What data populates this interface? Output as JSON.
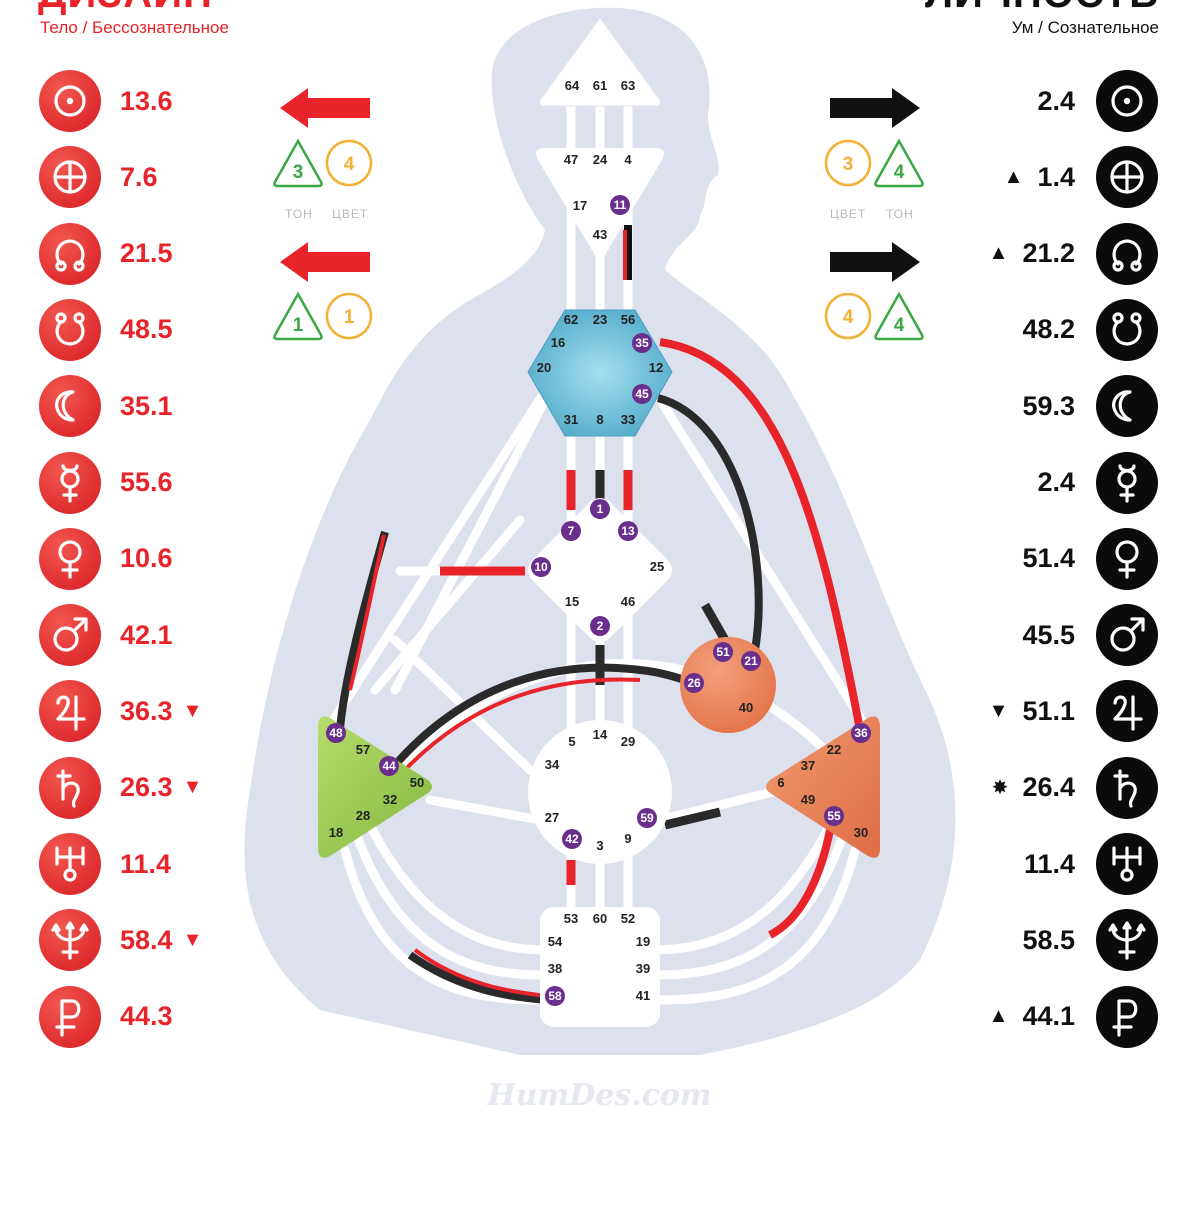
{
  "header": {
    "left_title": "ДИЗАЙН",
    "left_sub": "Тело / Бессознательное",
    "right_title": "ЛИЧНОСТЬ",
    "right_sub": "Ум / Сознательное"
  },
  "design": [
    {
      "planet": "sun-icon",
      "value": "13.6",
      "mark": ""
    },
    {
      "planet": "earth-icon",
      "value": "7.6",
      "mark": ""
    },
    {
      "planet": "north-node-icon",
      "value": "21.5",
      "mark": ""
    },
    {
      "planet": "south-node-icon",
      "value": "48.5",
      "mark": ""
    },
    {
      "planet": "moon-icon",
      "value": "35.1",
      "mark": ""
    },
    {
      "planet": "mercury-icon",
      "value": "55.6",
      "mark": ""
    },
    {
      "planet": "venus-icon",
      "value": "10.6",
      "mark": ""
    },
    {
      "planet": "mars-icon",
      "value": "42.1",
      "mark": ""
    },
    {
      "planet": "jupiter-icon",
      "value": "36.3",
      "mark": "▼"
    },
    {
      "planet": "saturn-icon",
      "value": "26.3",
      "mark": "▼"
    },
    {
      "planet": "uranus-icon",
      "value": "11.4",
      "mark": ""
    },
    {
      "planet": "neptune-icon",
      "value": "58.4",
      "mark": "▼"
    },
    {
      "planet": "pluto-icon",
      "value": "44.3",
      "mark": ""
    }
  ],
  "personality": [
    {
      "planet": "sun-icon",
      "value": "2.4",
      "mark": ""
    },
    {
      "planet": "earth-icon",
      "value": "1.4",
      "mark": "▲"
    },
    {
      "planet": "north-node-icon",
      "value": "21.2",
      "mark": "▲"
    },
    {
      "planet": "south-node-icon",
      "value": "48.2",
      "mark": ""
    },
    {
      "planet": "moon-icon",
      "value": "59.3",
      "mark": ""
    },
    {
      "planet": "mercury-icon",
      "value": "2.4",
      "mark": ""
    },
    {
      "planet": "venus-icon",
      "value": "51.4",
      "mark": ""
    },
    {
      "planet": "mars-icon",
      "value": "45.5",
      "mark": ""
    },
    {
      "planet": "jupiter-icon",
      "value": "51.1",
      "mark": "▼"
    },
    {
      "planet": "saturn-icon",
      "value": "26.4",
      "mark": "✸"
    },
    {
      "planet": "uranus-icon",
      "value": "11.4",
      "mark": ""
    },
    {
      "planet": "neptune-icon",
      "value": "58.5",
      "mark": ""
    },
    {
      "planet": "pluto-icon",
      "value": "44.1",
      "mark": "▲"
    }
  ],
  "indicators": {
    "ton_label": "ТОН",
    "color_label": "ЦВЕТ",
    "left": [
      {
        "arrow": "left",
        "tone": "3",
        "color": "4"
      },
      {
        "arrow": "left",
        "tone": "1",
        "color": "1"
      }
    ],
    "right": [
      {
        "arrow": "right",
        "tone": "4",
        "color": "3"
      },
      {
        "arrow": "right",
        "tone": "4",
        "color": "4"
      }
    ]
  },
  "centers": {
    "head": [
      "64",
      "61",
      "63"
    ],
    "ajna": [
      "47",
      "24",
      "4",
      "17",
      "11",
      "43"
    ],
    "throat": [
      "62",
      "23",
      "56",
      "16",
      "35",
      "20",
      "12",
      "45",
      "31",
      "8",
      "33"
    ],
    "g": [
      "1",
      "7",
      "13",
      "10",
      "25",
      "15",
      "46",
      "2"
    ],
    "ego": [
      "51",
      "21",
      "26",
      "40"
    ],
    "spleen": [
      "48",
      "57",
      "44",
      "50",
      "32",
      "28",
      "18"
    ],
    "sacral": [
      "5",
      "14",
      "29",
      "34",
      "27",
      "59",
      "42",
      "3",
      "9"
    ],
    "solar": [
      "36",
      "22",
      "37",
      "6",
      "49",
      "55",
      "30"
    ],
    "root": [
      "53",
      "60",
      "52",
      "54",
      "19",
      "38",
      "39",
      "58",
      "41"
    ]
  },
  "colors": {
    "design": "#e8232a",
    "personality": "#111111",
    "throat": "#5fb3cf",
    "spleen": "#9cc94f",
    "ego": "#e9825e",
    "solar": "#e9825e",
    "body": "#dde1ee",
    "gate_active": "#6a2e8c",
    "tone": "#3aa845",
    "color_ring": "#f2b134"
  },
  "watermark": "HumDes.com"
}
